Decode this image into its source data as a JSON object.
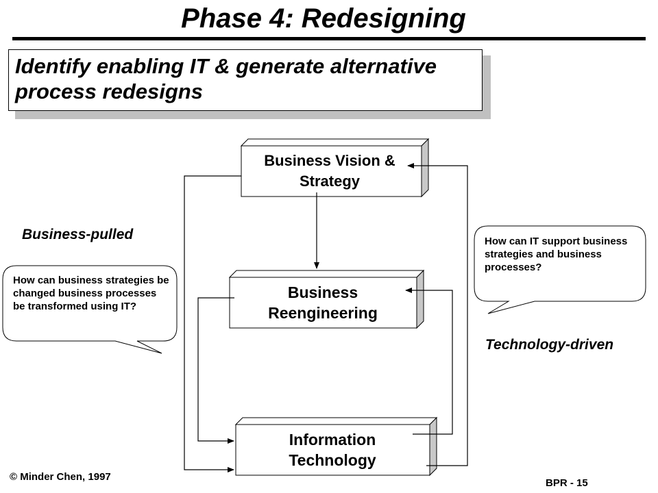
{
  "title": "Phase 4: Redesigning",
  "subtitle": "Identify enabling IT & generate alternative process redesigns",
  "boxes": {
    "vision": "Business Vision & Strategy",
    "reengineering": "Business Reengineering",
    "it": "Information Technology"
  },
  "labels": {
    "business_pulled": "Business-pulled",
    "technology_driven": "Technology-driven"
  },
  "bubbles": {
    "left": "How can business strategies be changed business processes be transformed using IT?",
    "right": "How can IT support business strategies and business processes?"
  },
  "footer": {
    "copyright": "© Minder Chen, 1997",
    "page": "BPR - 15"
  }
}
